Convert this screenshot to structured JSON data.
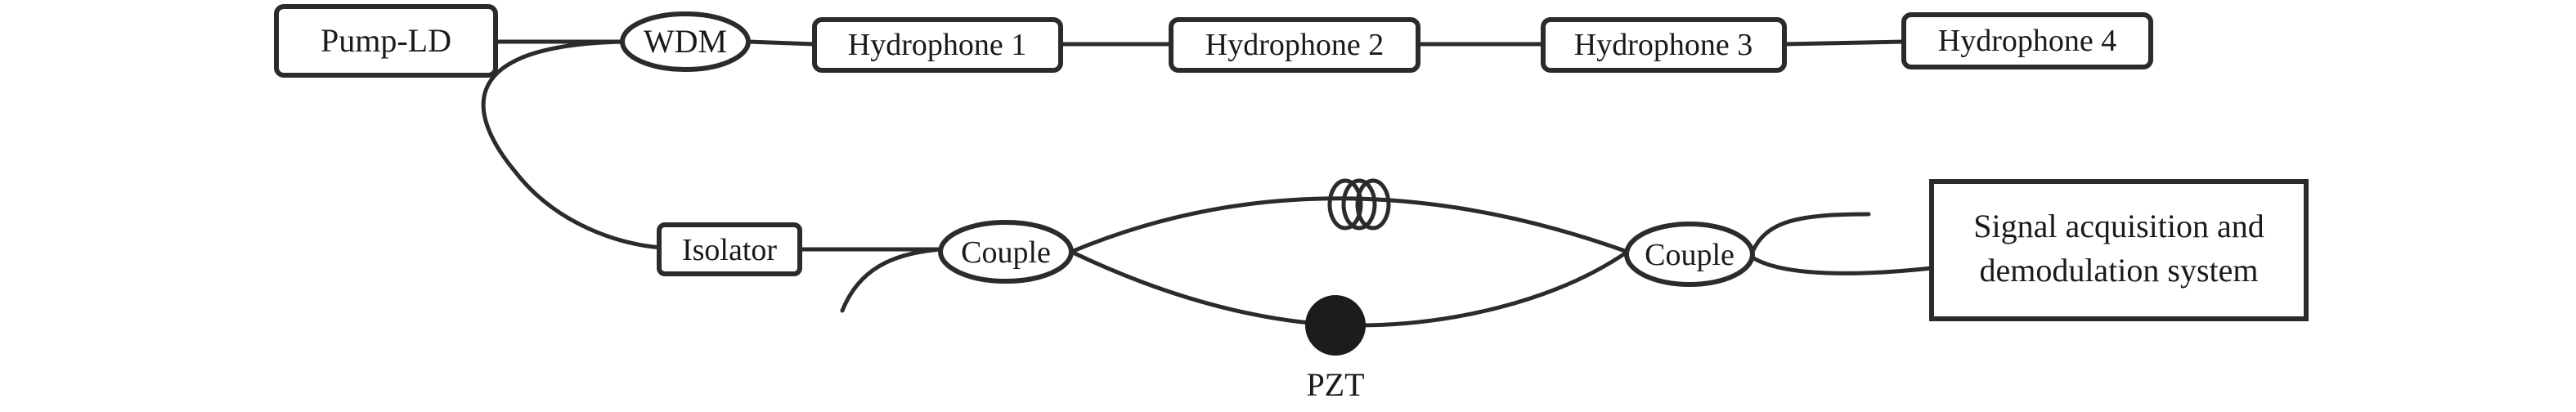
{
  "components": {
    "pump_ld": "Pump-LD",
    "wdm": "WDM",
    "hydrophones": [
      "Hydrophone 1",
      "Hydrophone 2",
      "Hydrophone 3",
      "Hydrophone 4"
    ],
    "isolator": "Isolator",
    "coupler_left": "Couple",
    "coupler_right": "Couple",
    "signal_system": [
      "Signal acquisition and",
      "demodulation system"
    ],
    "pzt": "PZT"
  }
}
